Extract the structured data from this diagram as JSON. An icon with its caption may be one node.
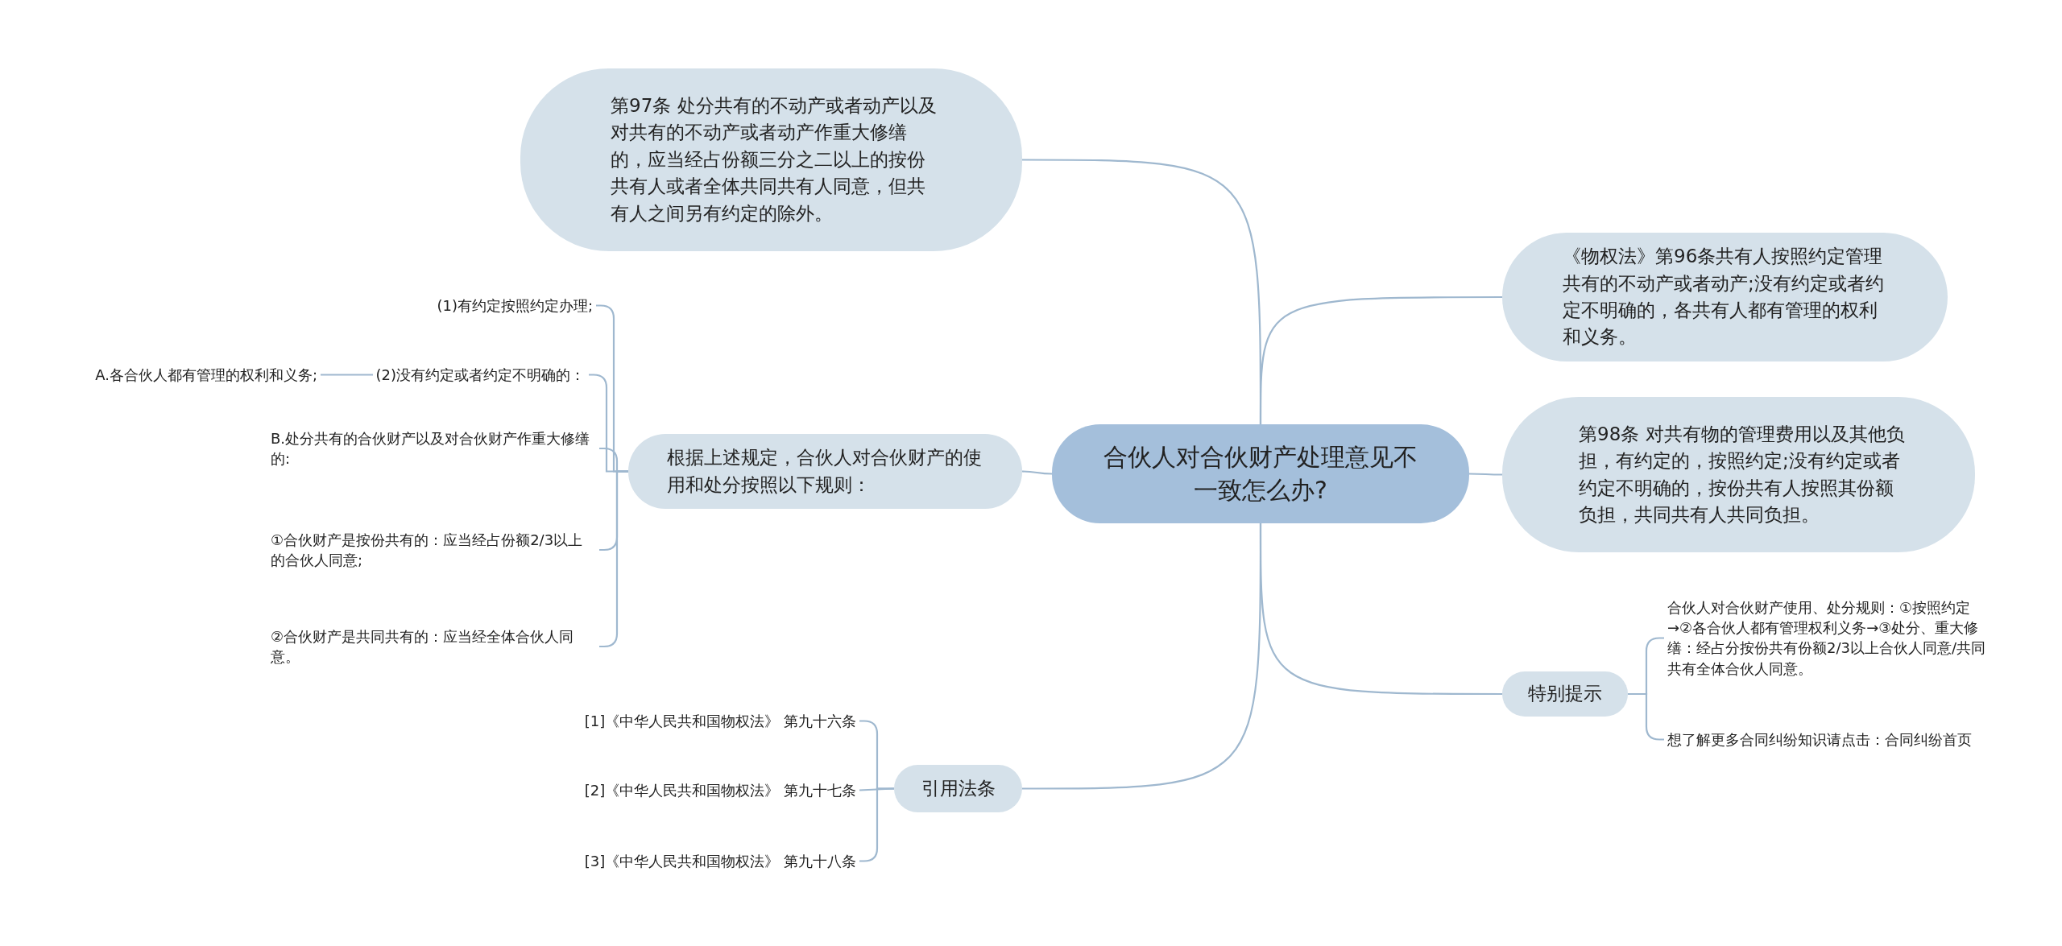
{
  "diagram": {
    "nodes": [
      {
        "text": [
          "合伙人对合伙财产处理意见不一致怎么办?"
        ]
      },
      {
        "text": [
          "第97条 处分共有的不动产或者动产以及对共有的不动产或者动产作重大修缮的，应当经占份额三分之二以上的按份共有人或者全体共同共有人同意，但共有人之间另有约定的除外。"
        ]
      },
      {
        "text": [
          "《物权法》第96条共有人按照约定管理共有的不动产或者动产;没有约定或者约定不明确的，各共有人都有管理的权利和义务。"
        ]
      },
      {
        "text": [
          "第98条 对共有物的管理费用以及其他负担，有约定的，按照约定;没有约定或者约定不明确的，按份共有人按照其份额负担，共同共有人共同负担。"
        ]
      },
      {
        "text": [
          "根据上述规定，合伙人对合伙财产的使用和处分按照以下规则："
        ]
      },
      {
        "text": [
          "(1)有约定按照约定办理;"
        ]
      },
      {
        "text": [
          "(2)没有约定或者约定不明确的："
        ]
      },
      {
        "text": [
          "A.各合伙人都有管理的权利和义务;"
        ]
      },
      {
        "text": [
          "B.处分共有的合伙财产以及对合伙财产作重大修缮的:"
        ]
      },
      {
        "text": [
          "①合伙财产是按份共有的：应当经占份额2/3以上的合伙人同意;"
        ]
      },
      {
        "text": [
          "②合伙财产是共同共有的：应当经全体合伙人同意。"
        ]
      },
      {
        "text": [
          "引用法条"
        ]
      },
      {
        "text": [
          "[1]《中华人民共和国物权法》 第九十六条"
        ]
      },
      {
        "text": [
          "[2]《中华人民共和国物权法》 第九十七条"
        ]
      },
      {
        "text": [
          "[3]《中华人民共和国物权法》 第九十八条"
        ]
      },
      {
        "text": [
          "特别提示"
        ]
      },
      {
        "text": [
          "合伙人对合伙财产使用、处分规则：①按照约定→②各合伙人都有管理权利义务→③处分、重大修缮：经占分按份共有份额2/3以上合伙人同意/共同共有全体合伙人同意。"
        ]
      },
      {
        "text": [
          "想了解更多合同纠纷知识请点击：合同纠纷首页"
        ]
      }
    ],
    "edges": [
      {
        "from": 0,
        "to": 1,
        "arrow": "none"
      },
      {
        "from": 0,
        "to": 2,
        "arrow": "none"
      },
      {
        "from": 0,
        "to": 3,
        "arrow": "none"
      },
      {
        "from": 0,
        "to": 4,
        "arrow": "none"
      },
      {
        "from": 4,
        "to": 5,
        "arrow": "none"
      },
      {
        "from": 4,
        "to": 6,
        "arrow": "none"
      },
      {
        "from": 6,
        "to": 7,
        "arrow": "none"
      },
      {
        "from": 4,
        "to": 8,
        "arrow": "none"
      },
      {
        "from": 4,
        "to": 9,
        "arrow": "none"
      },
      {
        "from": 4,
        "to": 10,
        "arrow": "none"
      },
      {
        "from": 0,
        "to": 11,
        "arrow": "none"
      },
      {
        "from": 11,
        "to": 12,
        "arrow": "none"
      },
      {
        "from": 11,
        "to": 13,
        "arrow": "none"
      },
      {
        "from": 11,
        "to": 14,
        "arrow": "none"
      },
      {
        "from": 0,
        "to": 15,
        "arrow": "none"
      },
      {
        "from": 15,
        "to": 16,
        "arrow": "none"
      },
      {
        "from": 15,
        "to": 17,
        "arrow": "none"
      }
    ]
  }
}
